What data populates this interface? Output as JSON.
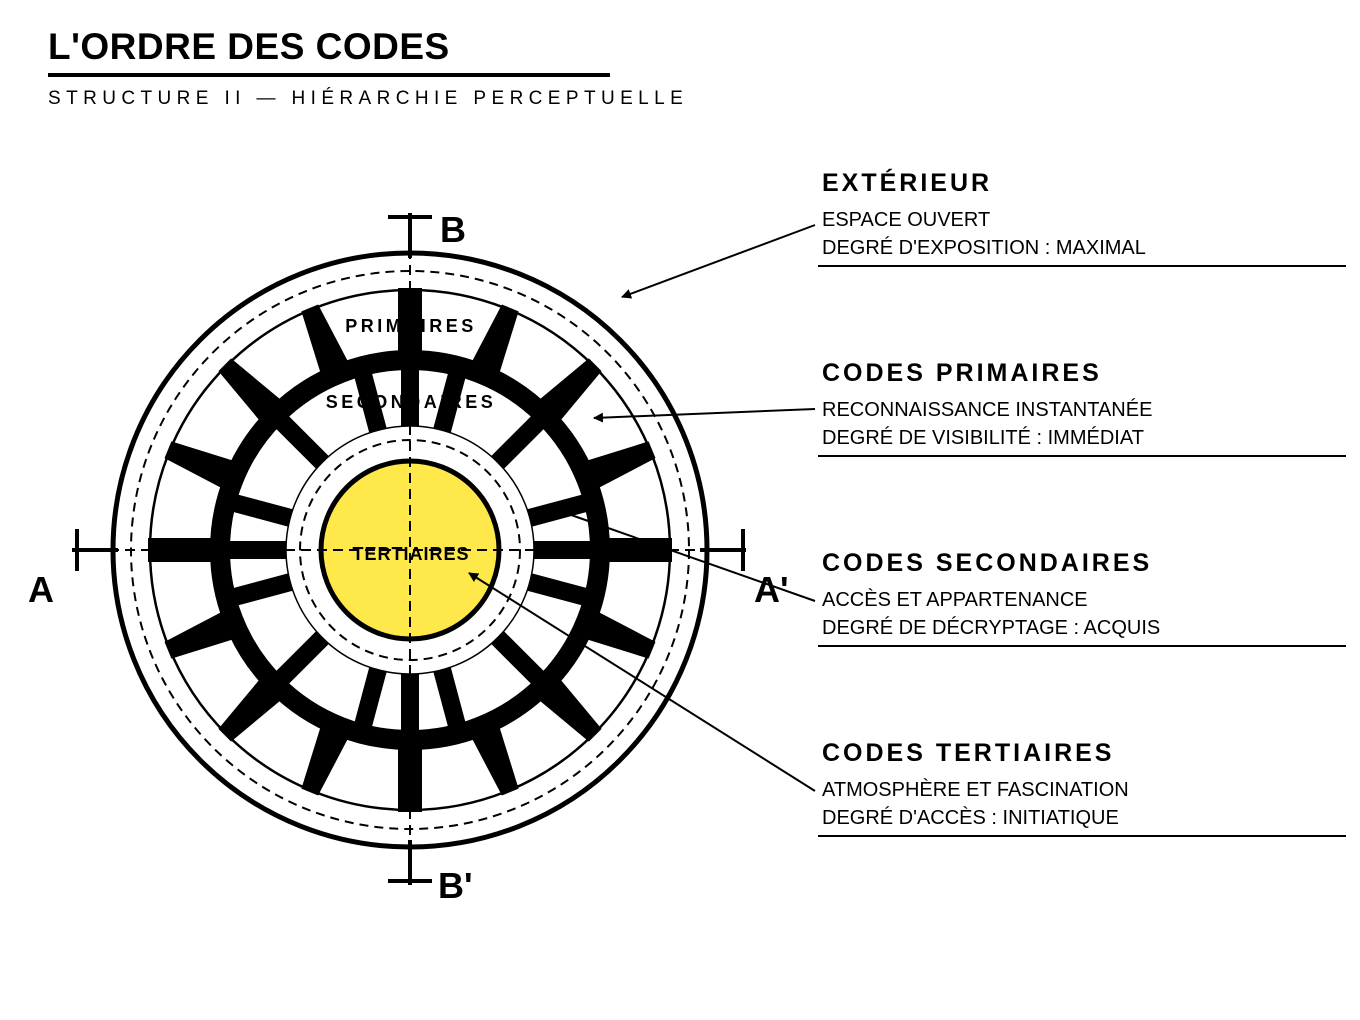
{
  "header": {
    "title": "L'ORDRE DES CODES",
    "subtitle": "STRUCTURE II — HIÉRARCHIE PERCEPTUELLE"
  },
  "diagram": {
    "ring_labels": {
      "primary": "PRIMAIRES",
      "secondary": "SECONDAIRES",
      "tertiary": "TERTIAIRES"
    },
    "axis_labels": {
      "a": "A",
      "a_prime": "A'",
      "b": "B",
      "b_prime": "B'"
    },
    "core_color": "#FFE94A",
    "ink_color": "#000000"
  },
  "legend": [
    {
      "title": "EXTÉRIEUR",
      "line1": "ESPACE OUVERT",
      "line2": "DEGRÉ D'EXPOSITION : MAXIMAL"
    },
    {
      "title": "CODES PRIMAIRES",
      "line1": "RECONNAISSANCE INSTANTANÉE",
      "line2": "DEGRÉ DE VISIBILITÉ : IMMÉDIAT"
    },
    {
      "title": "CODES SECONDAIRES",
      "line1": "ACCÈS ET APPARTENANCE",
      "line2": "DEGRÉ DE DÉCRYPTAGE : ACQUIS"
    },
    {
      "title": "CODES TERTIAIRES",
      "line1": "ATMOSPHÈRE ET FASCINATION",
      "line2": "DEGRÉ D'ACCÈS : INITIATIQUE"
    }
  ]
}
